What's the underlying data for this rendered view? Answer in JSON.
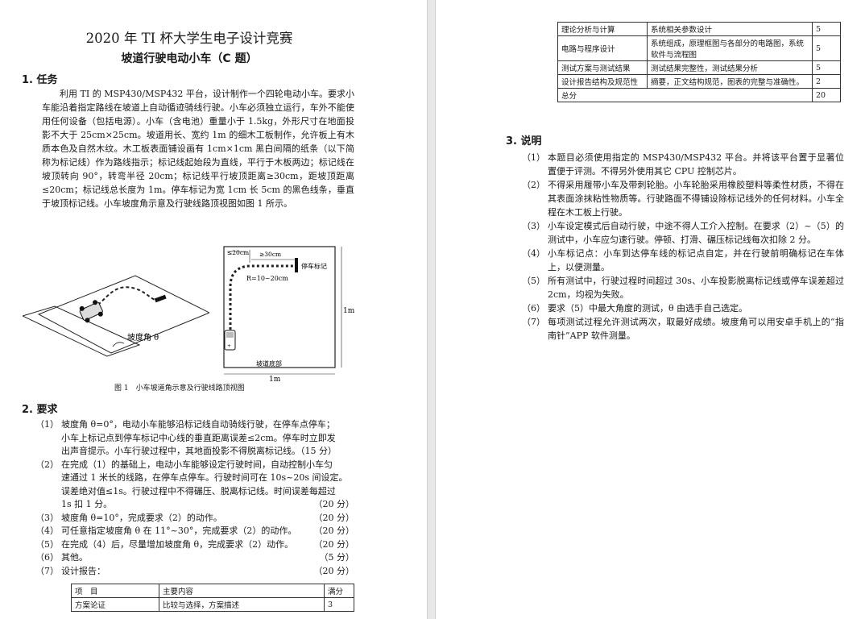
{
  "title": "2020 年 TI 杯大学生电子设计竞赛",
  "subtitle": "坡道行驶电动小车（C 题）",
  "task": {
    "heading": "1. 任务",
    "body": "利用 TI 的 MSP430/MSP432 平台，设计制作一个四轮电动小车。要求小车能沿着指定路线在坡道上自动循迹骑线行驶。小车必须独立运行，车外不能使用任何设备（包括电源）。小车（含电池）重量小于 1.5kg，外形尺寸在地面投影不大于 25cm×25cm。坡道用长、宽约 1m 的细木工板制作，允许板上有木质本色及自然木纹。木工板表面铺设画有 1cm×1cm 黑白间隔的纸条（以下简称为标记线）作为路线指示；标记线起始段为直线，平行于木板两边；标记线在坡顶转向 90°，转弯半径 20cm；标记线平行坡顶距离≥30cm，距坡顶距离≤20cm；标记线总长度为 1m。停车标记为宽 1cm 长 5cm 的黑色线条，垂直于坡顶标记线。小车坡度角示意及行驶线路顶视图如图 1 所示。"
  },
  "figure": {
    "slope_label": "坡度角 θ",
    "dist_top": "≤20cm",
    "dist_parallel": "≥30cm",
    "radius": "R=10~20cm",
    "stop_mark": "停车标记",
    "side_len": "1m",
    "bottom_label": "坡道底部",
    "bottom_len": "1m",
    "caption": "图 1　小车坡道角示意及行驶线路顶视图"
  },
  "requirements": {
    "heading": "2. 要求",
    "items": [
      {
        "num": "（1）",
        "lines": [
          "坡度角 θ=0°，电动小车能够沿标记线自动骑线行驶，在停车点停车；",
          "小车上标记点到停车标记中心线的垂直距离误差≤2cm。停车时立即发",
          "出声音提示。小车行驶过程中，其地面投影不得脱离标记线。（15 分）"
        ],
        "score": ""
      },
      {
        "num": "（2）",
        "lines": [
          "在完成（1）的基础上，电动小车能够设定行驶时间，自动控制小车匀",
          "速通过 1 米长的线路，在停车点停车。行驶时间可在 10s~20s 间设定。",
          "误差绝对值≤1s。行驶过程中不得碾压、脱离标记线。时间误差每超过",
          "1s 扣 1 分。"
        ],
        "score": "（20 分）"
      },
      {
        "num": "（3）",
        "lines": [
          "坡度角 θ=10°，完成要求（2）的动作。"
        ],
        "score": "（20 分）"
      },
      {
        "num": "（4）",
        "lines": [
          "可任意指定坡度角 θ 在 11°~30°，完成要求（2）的动作。"
        ],
        "score": "（20 分）"
      },
      {
        "num": "（5）",
        "lines": [
          "在完成（4）后，尽量增加坡度角 θ，完成要求（2）动作。"
        ],
        "score": "（20 分）"
      },
      {
        "num": "（6）",
        "lines": [
          "其他。"
        ],
        "score": "（5 分）"
      },
      {
        "num": "（7）",
        "lines": [
          "设计报告："
        ],
        "score": "（20 分）"
      }
    ]
  },
  "report_table": {
    "headers": [
      "项　目",
      "主要内容",
      "满分"
    ],
    "rows_left": [
      [
        "方案论证",
        "比较与选择，方案描述",
        "3"
      ]
    ],
    "rows_right": [
      [
        "理论分析与计算",
        "系统相关参数设计",
        "5"
      ],
      [
        "电路与程序设计",
        "系统组成，原理框图与各部分的电路图，系统软件与流程图",
        "5"
      ],
      [
        "测试方案与测试结果",
        "测试结果完整性，测试结果分析",
        "5"
      ],
      [
        "设计报告结构及规范性",
        "摘要，正文结构规范，图表的完整与准确性。",
        "2"
      ],
      [
        "总分",
        "",
        "20"
      ]
    ]
  },
  "notes": {
    "heading": "3. 说明",
    "items": [
      {
        "num": "（1）",
        "text": "本题目必须使用指定的 MSP430/MSP432 平台。并将该平台置于显著位置便于评测。不得另外使用其它 CPU 控制芯片。"
      },
      {
        "num": "（2）",
        "text": "不得采用履带小车及带刺轮胎。小车轮胎采用橡胶塑料等柔性材质，不得在其表面涂抹粘性物质等。行驶路面不得铺设除标记线外的任何材料。小车全程在木工板上行驶。"
      },
      {
        "num": "（3）",
        "text": "小车设定模式后自动行驶，中途不得人工介入控制。在要求（2）~（5）的测试中，小车应匀速行驶。停顿、打滑、碾压标记线每次扣除 2 分。"
      },
      {
        "num": "（4）",
        "text": "小车标记点：小车到达停车线的标记点自定，并在行驶前明确标记在车体上，以便测量。"
      },
      {
        "num": "（5）",
        "text": "所有测试中，行驶过程时间超过 30s、小车投影脱离标记线或停车误差超过 2cm，均视为失败。"
      },
      {
        "num": "（6）",
        "text": "要求（5）中最大角度的测试，θ 由选手自己选定。"
      },
      {
        "num": "（7）",
        "text": "每项测试过程允许测试两次，取最好成绩。坡度角可以用安卓手机上的“指南针”APP 软件测量。"
      }
    ]
  }
}
